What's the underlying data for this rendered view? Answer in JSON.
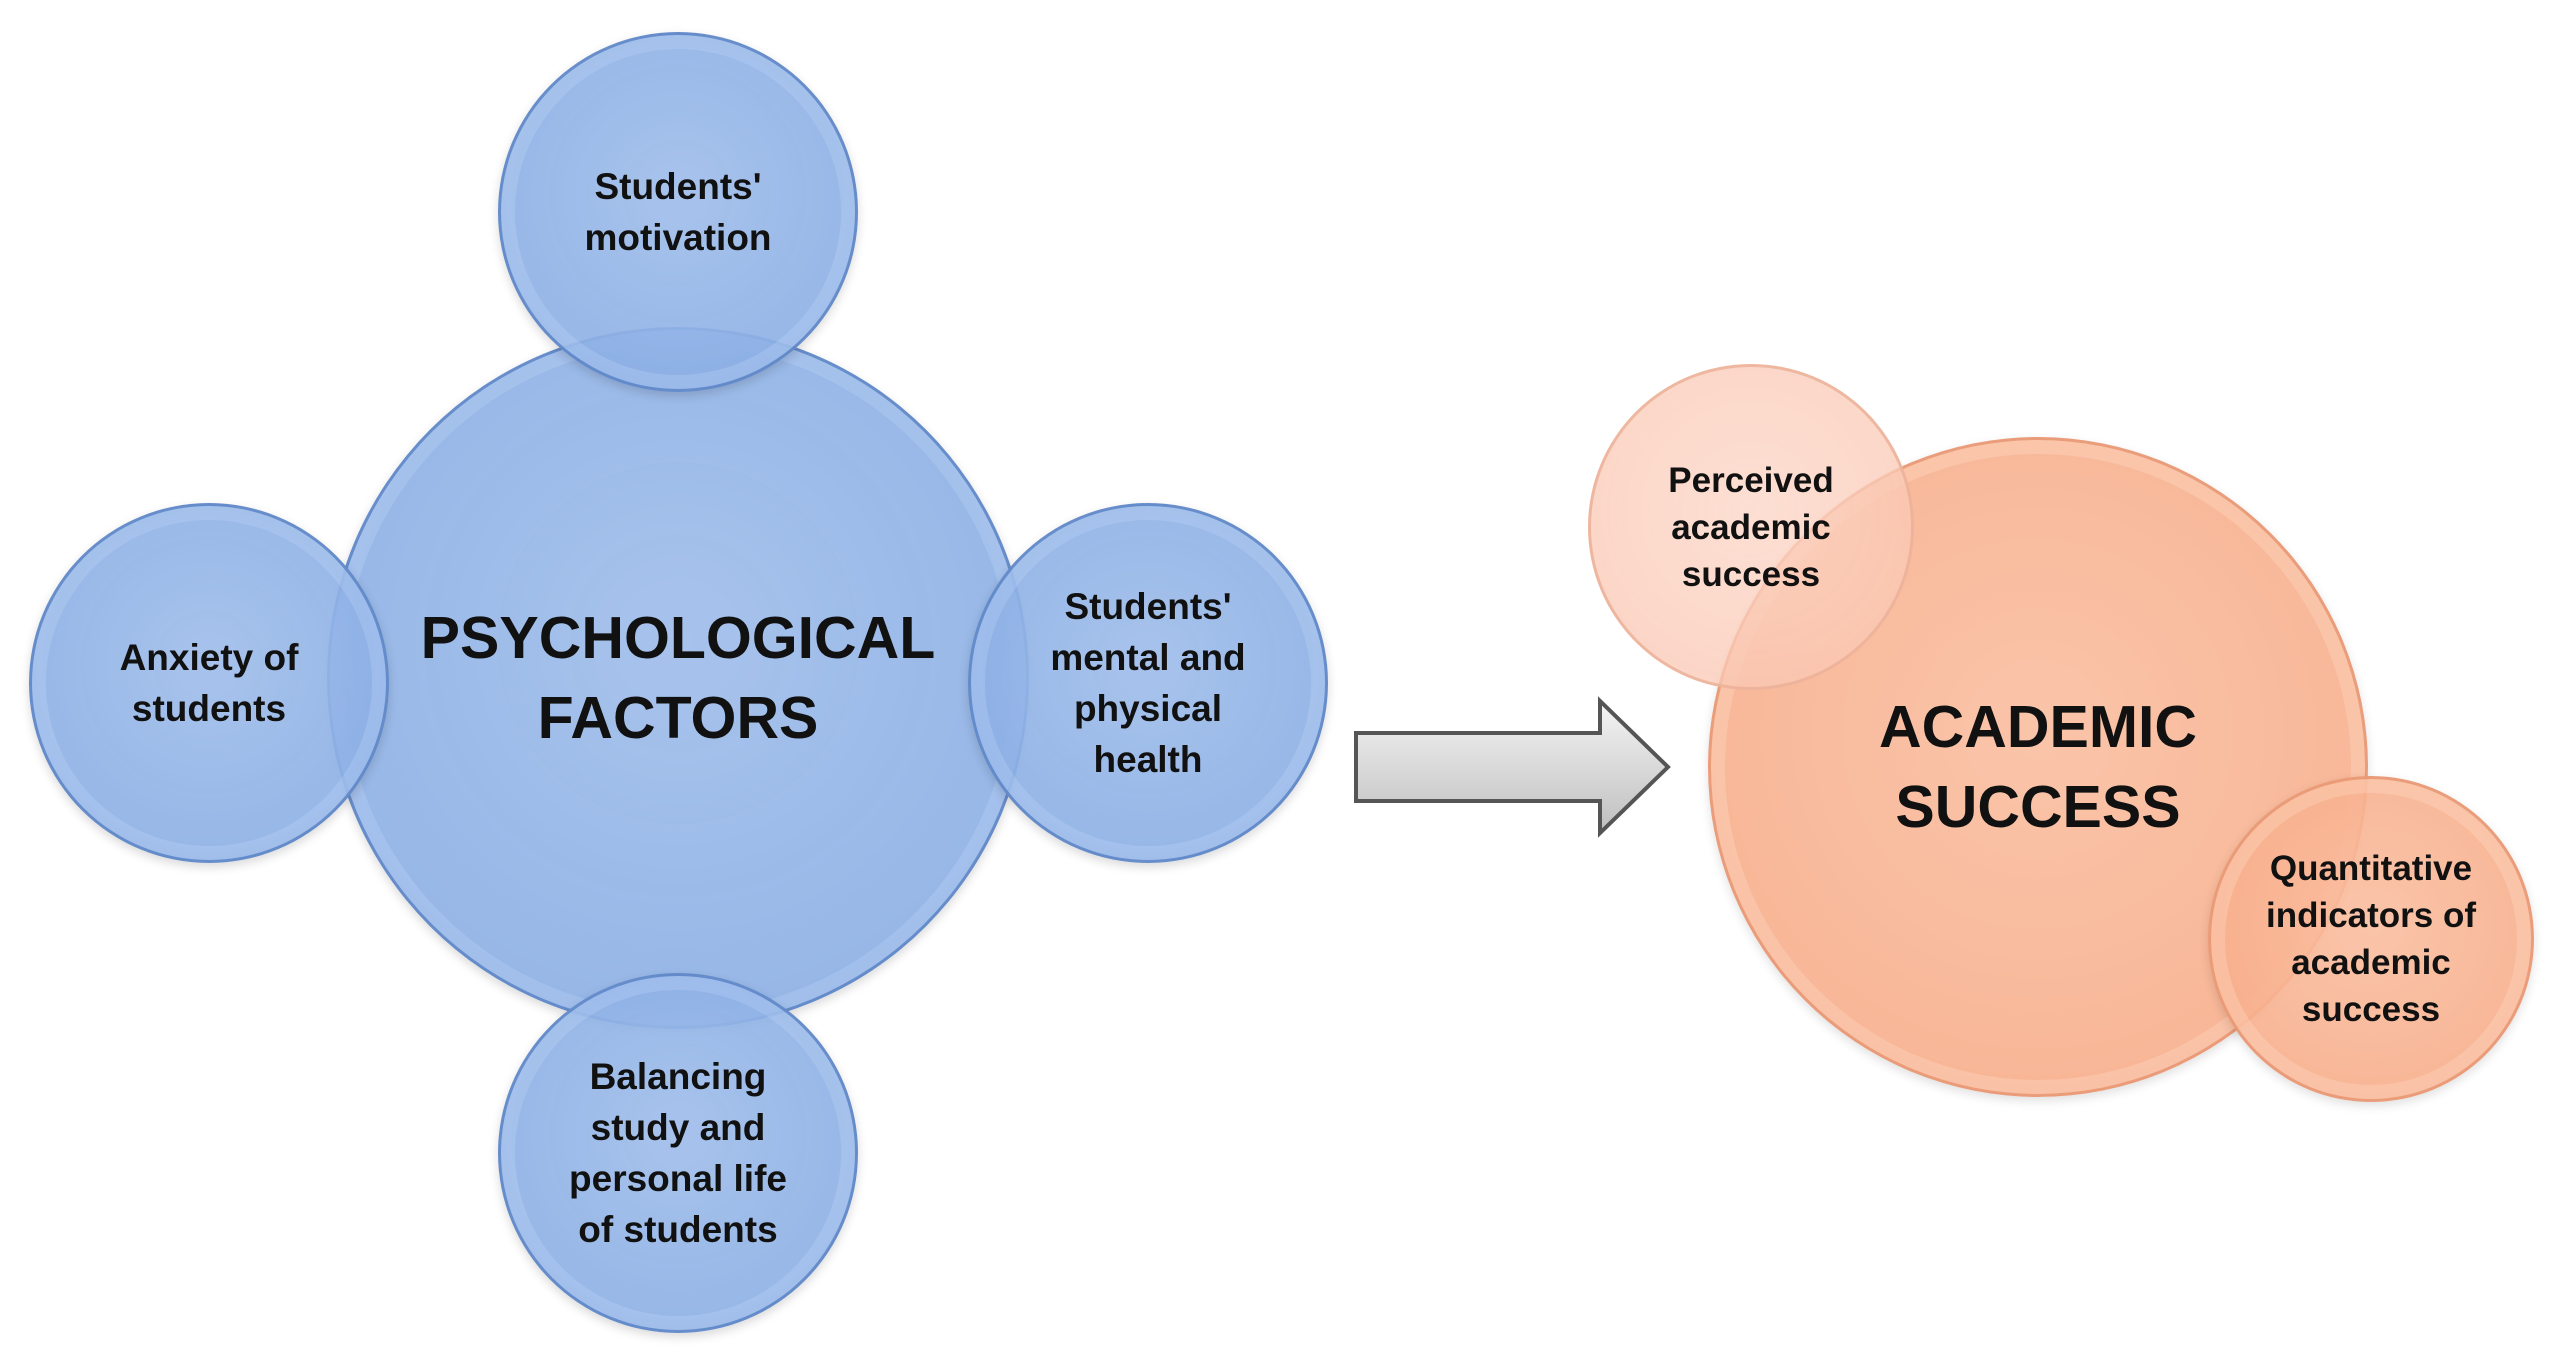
{
  "psychological": {
    "center": "PSYCHOLOGICAL FACTORS",
    "top": "Students' motivation",
    "left": "Anxiety of students",
    "right": "Students' mental and physical health",
    "bottom": "Balancing study and personal life of students"
  },
  "academic": {
    "center": "ACADEMIC SUCCESS",
    "perceived": "Perceived academic success",
    "quantitative": "Quantitative indicators of academic success"
  },
  "colors": {
    "blue": "#9dbbe8",
    "orange": "#f7b08e",
    "arrow": "#d9d9d9"
  }
}
